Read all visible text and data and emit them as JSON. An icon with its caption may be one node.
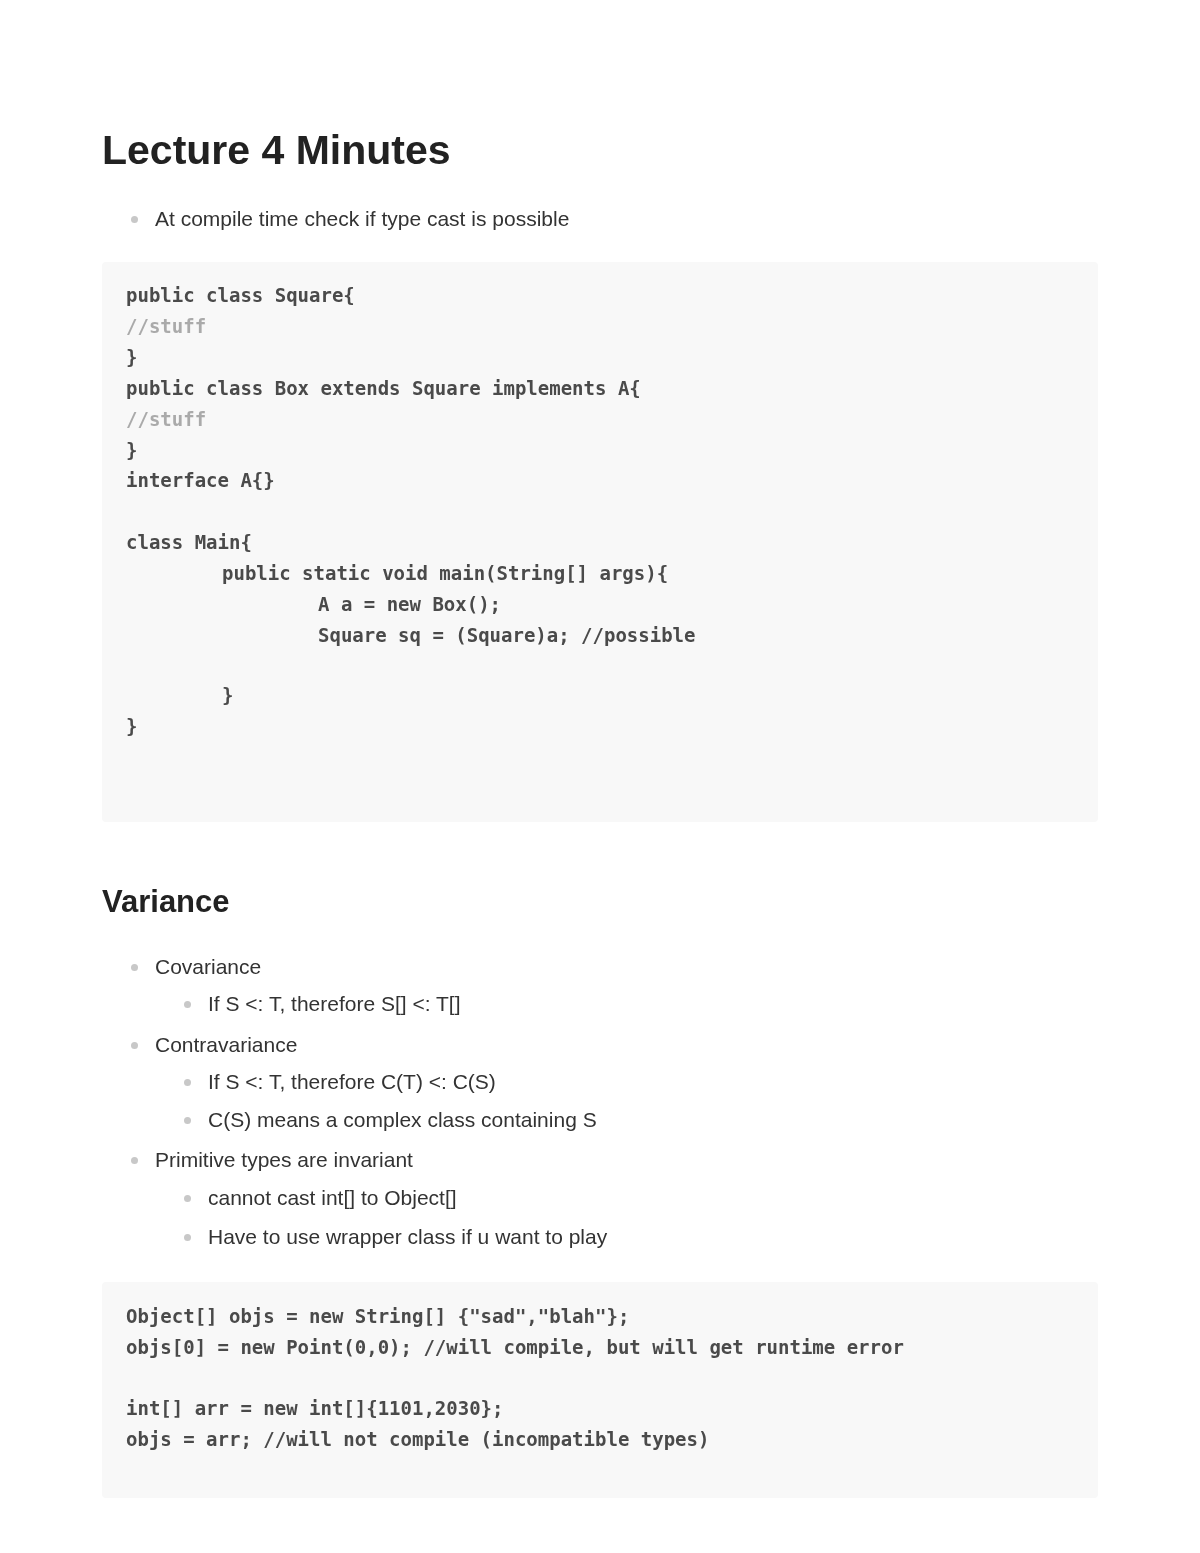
{
  "diagram": {
    "title": "Lecture 4 Minutes",
    "labels": [
      "At compile time check if type cast is possible",
      "public class Square{",
      "//stuff",
      "}",
      "public class Box extends Square implements A{",
      "//stuff",
      "}",
      "interface A{}",
      "class Main{",
      "public static void main(String[] args){",
      "A a = new Box();",
      "Square sq = (Square)a; //possible",
      "}",
      "}",
      "Variance",
      "Covariance",
      "If S <: T, therefore S[] <: T[]",
      "Contravariance",
      "If S <: T, therefore C(T) <: C(S)",
      "C(S) means a complex class containing S",
      "Primitive types are invariant",
      "cannot cast int[] to Object[]",
      "Have to use wrapper class if u want to play",
      "Object[] objs = new String[] {\"sad\",\"blah\"};",
      "objs[0] = new Point(0,0); //will compile, but will get runtime error",
      "int[] arr = new int[]{1101,2030};",
      "objs = arr; //will not compile (incompatible types)"
    ]
  }
}
